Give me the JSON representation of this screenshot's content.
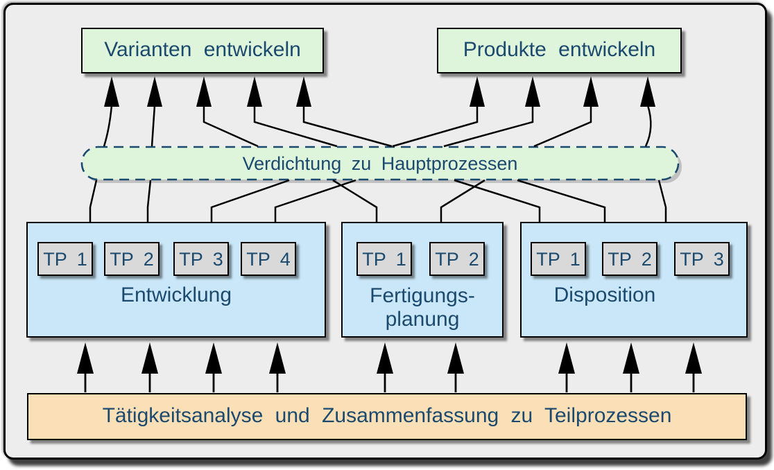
{
  "colors": {
    "bg": "#EDEDED",
    "green": "#DFF5DB",
    "blue": "#C9E7F8",
    "gray": "#D9D9D9",
    "orange": "#FBDFB6",
    "navy": "#1B4A6E"
  },
  "top_boxes": [
    {
      "label": "Varianten entwickeln"
    },
    {
      "label": "Produkte entwickeln"
    }
  ],
  "condensation": {
    "label": "Verdichtung zu Hauptprozessen"
  },
  "process_groups": [
    {
      "title_lines": [
        "Entwicklung"
      ],
      "tps": [
        "TP 1",
        "TP 2",
        "TP 3",
        "TP 4"
      ]
    },
    {
      "title_lines": [
        "Fertigungs-",
        "planung"
      ],
      "tps": [
        "TP 1",
        "TP 2"
      ]
    },
    {
      "title_lines": [
        "Disposition"
      ],
      "tps": [
        "TP 1",
        "TP 2",
        "TP 3"
      ]
    }
  ],
  "bottom_box": {
    "label": "Tätigkeitsanalyse und Zusammenfassung zu Teilprozessen"
  }
}
